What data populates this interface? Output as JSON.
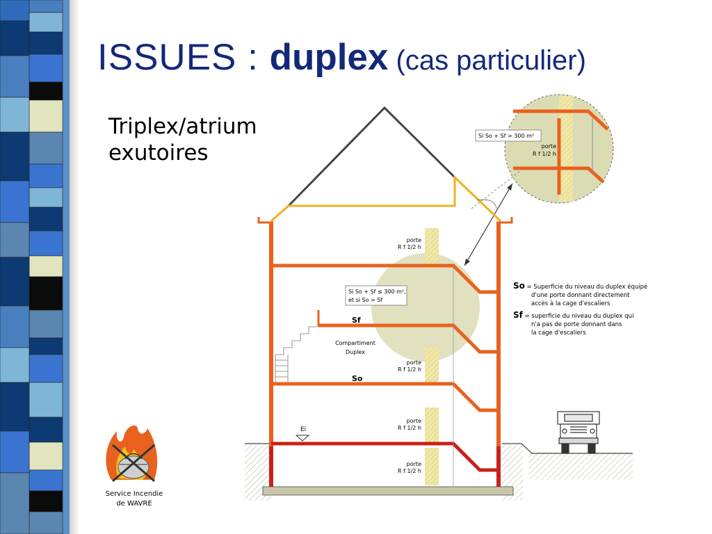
{
  "title": {
    "part1": "ISSUES : ",
    "part2": "duplex",
    "part3": " (cas particulier)"
  },
  "subtitle": {
    "line1": "Triplex/atrium",
    "line2": "exutoires"
  },
  "diagram": {
    "labels": {
      "porte_word": "porte",
      "rf_half_hour": "R f 1/2 h",
      "condition_small_l1": "Si So + Sf ≤ 300 m²,",
      "condition_small_l2": "et si So > Sf",
      "condition_large": "Si So + Sf > 300 m²",
      "sf": "Sf",
      "so": "So",
      "compartment_l1": "Compartiment",
      "compartment_l2": "Duplex",
      "ei": "Ei"
    }
  },
  "legend": {
    "so_symbol": "So",
    "so_line1": "= Superficie du niveau du duplex équipé",
    "so_line2": "d'une porte donnant directement",
    "so_line3": "accès à la cage d'escaliers",
    "sf_symbol": "Sf",
    "sf_line1": "= superficie du niveau du duplex qui",
    "sf_line2": "n'a pas de porte donnant dans",
    "sf_line3": "la cage d'escaliers"
  },
  "logo": {
    "caption_line1": "Service Incendie",
    "caption_line2": "de WAVRE"
  },
  "colors": {
    "title": "#14287a",
    "wall": "#e8621e",
    "wall_outline": "#8a2a0a",
    "roof_floor": "#f0b020",
    "circle_fill": "#dcdcb4",
    "stair_fill": "#f0e8a8"
  }
}
